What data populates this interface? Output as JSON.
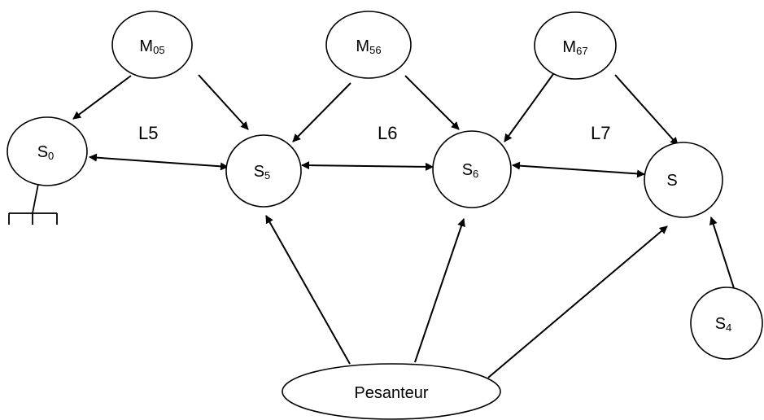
{
  "nodes": {
    "M05": {
      "base": "M",
      "sub": "05"
    },
    "M56": {
      "base": "M",
      "sub": "56"
    },
    "M67": {
      "base": "M",
      "sub": "67"
    },
    "S0": {
      "base": "S",
      "sub": "0"
    },
    "S5": {
      "base": "S",
      "sub": "5"
    },
    "S6": {
      "base": "S",
      "sub": "6"
    },
    "S": {
      "base": "S",
      "sub": ""
    },
    "S4": {
      "base": "S",
      "sub": "4"
    },
    "pesanteur": {
      "label": "Pesanteur"
    }
  },
  "link_labels": {
    "L5": "L5",
    "L6": "L6",
    "L7": "L7"
  },
  "edges": [
    {
      "from": "M05",
      "to": "S0",
      "type": "action"
    },
    {
      "from": "M05",
      "to": "S5",
      "type": "action"
    },
    {
      "from": "M56",
      "to": "S5",
      "type": "action"
    },
    {
      "from": "M56",
      "to": "S6",
      "type": "action"
    },
    {
      "from": "M67",
      "to": "S6",
      "type": "action"
    },
    {
      "from": "M67",
      "to": "S",
      "type": "action"
    },
    {
      "from": "S0",
      "to": "S5",
      "type": "link",
      "label": "L5"
    },
    {
      "from": "S5",
      "to": "S6",
      "type": "link",
      "label": "L6"
    },
    {
      "from": "S6",
      "to": "S",
      "type": "link",
      "label": "L7"
    },
    {
      "from": "pesanteur",
      "to": "S5",
      "type": "action"
    },
    {
      "from": "pesanteur",
      "to": "S6",
      "type": "action"
    },
    {
      "from": "pesanteur",
      "to": "S",
      "type": "action"
    },
    {
      "from": "S4",
      "to": "S",
      "type": "action"
    }
  ]
}
